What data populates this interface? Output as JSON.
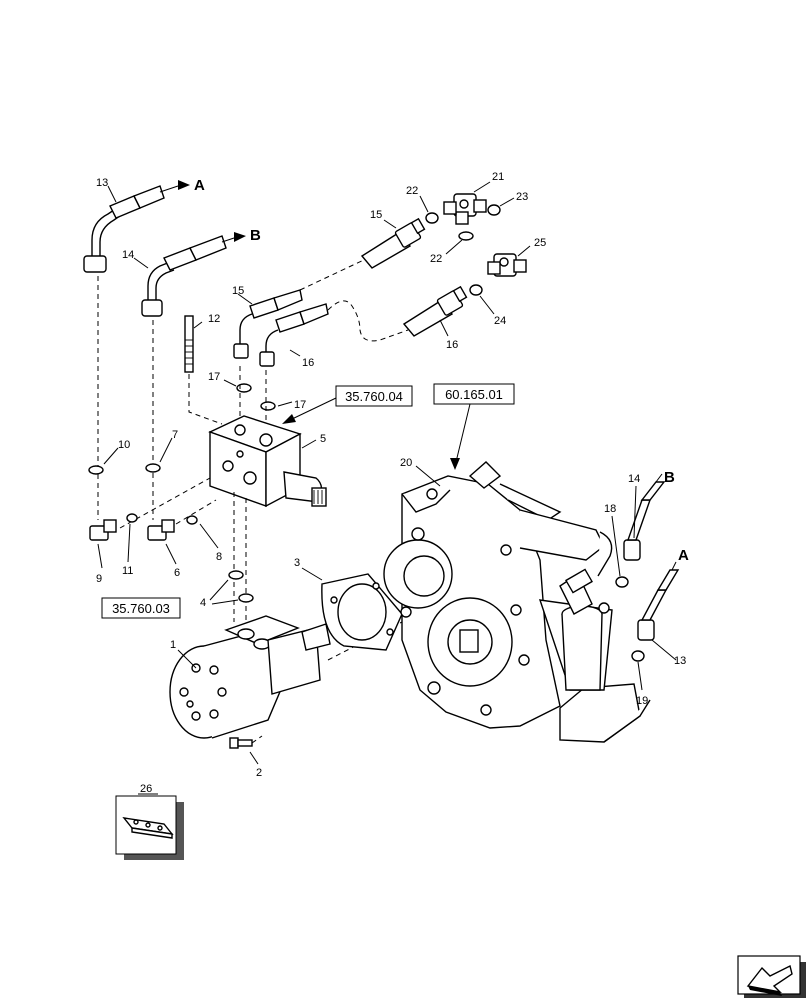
{
  "reference_boxes": [
    "35.760.04",
    "60.165.01",
    "35.760.03"
  ],
  "callouts": [
    "13",
    "A",
    "14",
    "B",
    "12",
    "15",
    "16",
    "17",
    "17",
    "10",
    "7",
    "5",
    "9",
    "11",
    "6",
    "8",
    "4",
    "1",
    "2",
    "3",
    "20",
    "21",
    "22",
    "22",
    "23",
    "15",
    "25",
    "24",
    "16",
    "14",
    "B",
    "18",
    "A",
    "13",
    "19",
    "26"
  ],
  "icons": [
    "detail-plate-icon",
    "next-page-arrow-icon"
  ]
}
